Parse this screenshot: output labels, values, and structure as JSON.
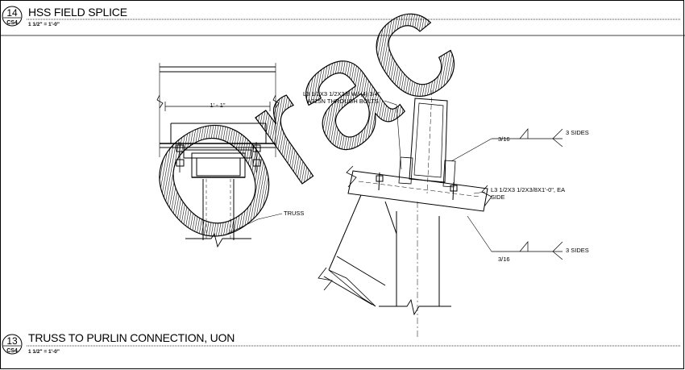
{
  "sheet_frame": {
    "border_color": "#000000",
    "line_color": "#000000"
  },
  "top_detail": {
    "number": "14",
    "sheet": "CS4",
    "title": "HSS FIELD SPLICE",
    "scale": "1 1/2\" = 1'-0\""
  },
  "bottom_detail": {
    "number": "13",
    "sheet": "CS4",
    "title": "TRUSS TO PURLIN CONNECTION, UON",
    "scale": "1 1/2\" = 1'-0\""
  },
  "labels": {
    "dimension": "1' - 1\"",
    "truss": "TRUSS",
    "bolts_line1": "L3 1/2X3 1/2X3/8 W/ (4) 3/4\"",
    "bolts_line2": "A325N THROUGH BOLTS",
    "angle_line1": "L3 1/2X3 1/2X3/8X1'-0\", EA",
    "angle_line2": "SIDE",
    "weld_size_top": "3/16",
    "weld_sides_top": "3 SIDES",
    "weld_size_bottom": "3/16",
    "weld_sides_bottom": "3 SIDES"
  },
  "watermark": {
    "text": "Orac",
    "pattern": "diagonal-hatch"
  }
}
